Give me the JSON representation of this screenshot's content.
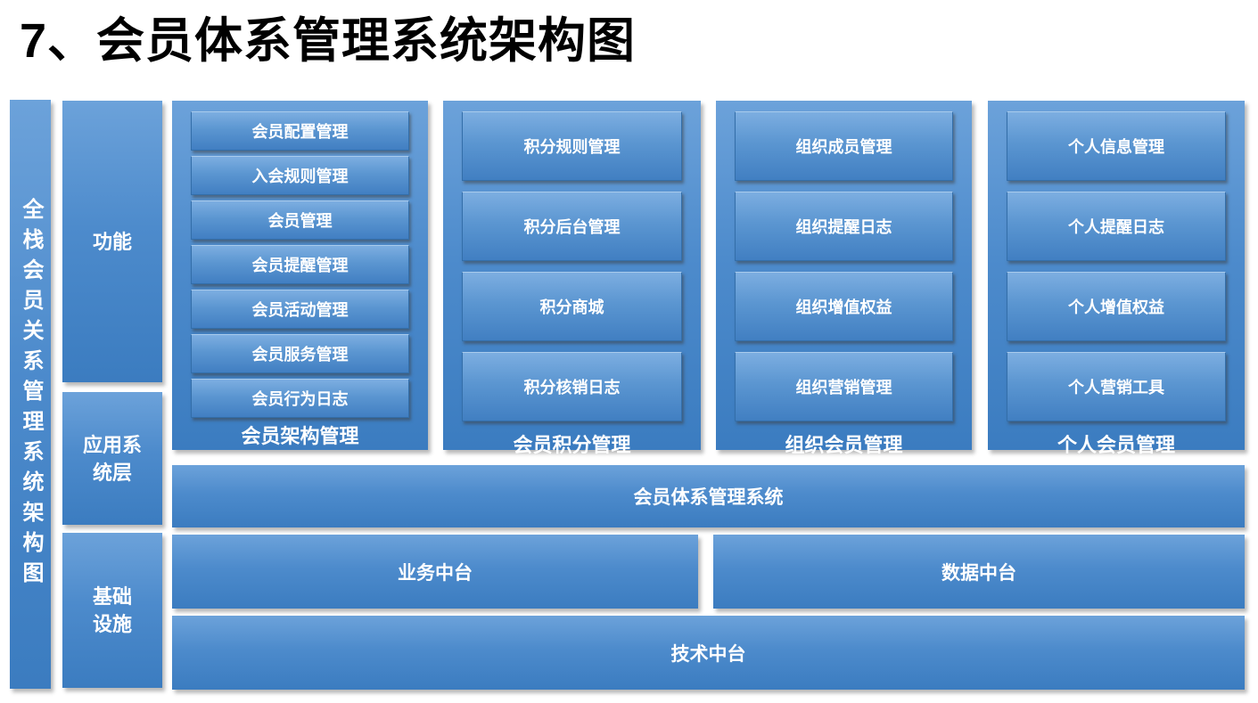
{
  "title": "7、会员体系管理系统架构图",
  "palette": {
    "block_top": "#6CA2DA",
    "block_bottom": "#3B7CC0",
    "inner_box_top": "#7DAEE1",
    "inner_box_bottom": "#417FC2",
    "text": "#FFFFFF",
    "title_text": "#000000",
    "background": "#FFFFFF"
  },
  "left_bar": {
    "label": "全栈会员关系管理系统架构图"
  },
  "layers": [
    {
      "label": "功能",
      "lines": [
        "功能"
      ]
    },
    {
      "label": "应用系统层",
      "lines": [
        "应用系",
        "统层"
      ]
    },
    {
      "label": "基础设施",
      "lines": [
        "基础",
        "设施"
      ]
    }
  ],
  "groups": [
    {
      "label": "会员架构管理",
      "items": [
        "会员配置管理",
        "入会规则管理",
        "会员管理",
        "会员提醒管理",
        "会员活动管理",
        "会员服务管理",
        "会员行为日志"
      ]
    },
    {
      "label": "会员积分管理",
      "items": [
        "积分规则管理",
        "积分后台管理",
        "积分商城",
        "积分核销日志"
      ]
    },
    {
      "label": "组织会员管理",
      "items": [
        "组织成员管理",
        "组织提醒日志",
        "组织增值权益",
        "组织营销管理"
      ]
    },
    {
      "label": "个人会员管理",
      "items": [
        "个人信息管理",
        "个人提醒日志",
        "个人增值权益",
        "个人营销工具"
      ]
    }
  ],
  "system_bar": {
    "label": "会员体系管理系统"
  },
  "middle_platforms": [
    {
      "label": "业务中台"
    },
    {
      "label": "数据中台"
    }
  ],
  "tech_bar": {
    "label": "技术中台"
  }
}
